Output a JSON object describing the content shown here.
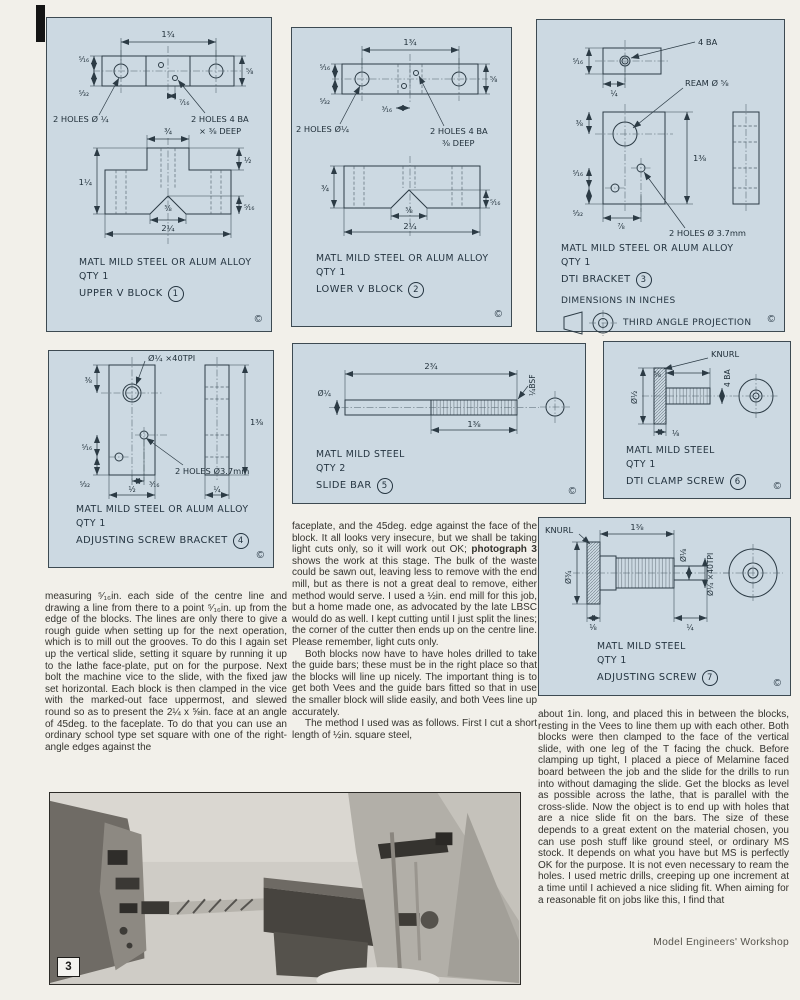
{
  "page": {
    "footer": "Model Engineers' Workshop",
    "copyright": "©",
    "photo_label": "3"
  },
  "d1": {
    "notes": [
      "MATL MILD STEEL OR ALUM ALLOY",
      "QTY 1"
    ],
    "name": "UPPER V BLOCK",
    "num": "1",
    "labels": {
      "top": "1¾",
      "l1": "⁵⁄₁₆",
      "l2": "⁵⁄₃₂",
      "r1": "⅝",
      "offset": "⁷⁄₁₆",
      "holes_l": "2 HOLES Ø ¼",
      "holes_r1": "2 HOLES 4 BA",
      "holes_r2": "× ⅜ DEEP",
      "stem": "¾",
      "fv_l": "1¼",
      "fv_r1": "½",
      "fv_r2": "⁵⁄₁₆",
      "vee": "⅝",
      "bottom": "2¼"
    }
  },
  "d2": {
    "notes": [
      "MATL MILD STEEL OR ALUM ALLOY",
      "QTY 1"
    ],
    "name": "LOWER V BLOCK",
    "num": "2",
    "labels": {
      "top": "1¾",
      "l1": "⁵⁄₁₆",
      "l2": "⁵⁄₃₂",
      "r1": "⅝",
      "offset": "³⁄₁₆",
      "holes_l": "2 HOLES Ø¼",
      "holes_r1": "2 HOLES 4 BA",
      "holes_r2": "⅜ DEEP",
      "fv_l": "¾",
      "fv_r": "⁵⁄₁₆",
      "vee": "⅝",
      "bottom": "2¼"
    }
  },
  "d3": {
    "notes": [
      "MATL MILD STEEL OR ALUM ALLOY",
      "QTY 1"
    ],
    "name": "DTI BRACKET",
    "num": "3",
    "labels": {
      "ba": "4 BA",
      "ream": "REAM Ø ⅝",
      "holes": "2 HOLES Ø 3.7mm",
      "l1": "⁵⁄₁₆",
      "l2": "⅜",
      "l3": "⁵⁄₁₆",
      "l4": "⁵⁄₃₂",
      "tw": "¼",
      "r1": "1⅜",
      "b1": "⅞"
    },
    "dims_note": "DIMENSIONS IN INCHES",
    "projection": "THIRD ANGLE PROJECTION"
  },
  "d4": {
    "notes": [
      "MATL MILD STEEL OR ALUM ALLOY",
      "QTY 1"
    ],
    "name": "ADJUSTING SCREW BRACKET",
    "num": "4",
    "labels": {
      "tap": "Ø¼ ×40TPI",
      "holes": "2 HOLES Ø3.7mm",
      "l1": "⅜",
      "l2": "⁵⁄₁₆",
      "l3": "⁵⁄₃₂",
      "b1": "³⁄₁₆",
      "b2": "½",
      "r1": "1⅜",
      "sb": "¼"
    }
  },
  "d5": {
    "notes": [
      "MATL MILD STEEL",
      "QTY 2"
    ],
    "name": "SLIDE BAR",
    "num": "5",
    "labels": {
      "top": "2¾",
      "dia": "Ø¼",
      "thread": "¼BSF",
      "tlen": "1⅜"
    }
  },
  "d6": {
    "notes": [
      "MATL MILD STEEL",
      "QTY 1"
    ],
    "name": "DTI CLAMP SCREW",
    "num": "6",
    "labels": {
      "knurl": "KNURL",
      "len": "⅝",
      "ba": "4 BA",
      "dia": "Ø½",
      "thick": "⅛"
    }
  },
  "d7": {
    "notes": [
      "MATL MILD STEEL",
      "QTY 1"
    ],
    "name": "ADJUSTING SCREW",
    "num": "7",
    "labels": {
      "knurl": "KNURL",
      "top": "1⅜",
      "dia": "Ø¾",
      "pin": "Ø⅛",
      "tap": "Ø¼ ×40TPI",
      "thick": "⅛",
      "plen": "¼"
    }
  },
  "c1": {
    "p1": "measuring ⁵⁄₁₆in. each side of the centre line and drawing a line from there to a point ⁵⁄₁₆in. up from the edge of the blocks. The lines are only there to give a rough guide when setting up for the next operation, which is to mill out the grooves. To do this I again set up the vertical slide, setting it square by running it up to the lathe face-plate, put on for the purpose. Next bolt the machine vice to the slide, with the fixed jaw set horizontal. Each block is then clamped in the vice with the marked-out face uppermost, and slewed round so as to present the 2¼ x ⅝in. face at an angle of 45deg. to the faceplate. To do that you can use an ordinary school type set square with one of the right-angle edges against the"
  },
  "c2": {
    "p1a": "faceplate, and the 45deg. edge against the face of the block. It all looks very insecure, but we shall be taking light cuts only, so it will work out OK; ",
    "p1bold": "photograph 3",
    "p1b": " shows the work at this stage. The bulk of the waste could be sawn out, leaving less to remove with the end mill, but as there is not a great deal to remove, either method would serve. I used a ½in. end mill for this job, but a home made one, as advocated by the late LBSC would do as well. I kept cutting until I just split the lines; the corner of the cutter then ends up on the centre line. Please remember, light cuts only.",
    "p2": "Both blocks now have to have holes drilled to take the guide bars; these must be in the right place so that the blocks will line up nicely. The important thing is to get both Vees and the guide bars fitted so that in use the smaller block will slide easily, and both Vees line up accurately.",
    "p3": "The method I used was as follows. First I cut a short length of ½in. square steel,"
  },
  "c3": {
    "p1": "about 1in. long, and placed this in between the blocks, resting in the Vees to line them up with each other. Both blocks were then clamped to the face of the vertical slide, with one leg of the T facing the chuck. Before clamping up tight, I placed a piece of Melamine faced board between the job and the slide for the drills to run into without damaging the slide. Get the blocks as level as possible across the lathe, that is parallel with the cross-slide. Now the object is to end up with holes that are a nice slide fit on the bars. The size of these depends to a great extent on the material chosen, you can use posh stuff like ground steel, or ordinary MS stock. It depends on what you have but MS is perfectly OK for the purpose. It is not even necessary to ream the holes. I used metric drills, creeping up one increment at a time until I achieved a nice sliding fit. When aiming for a reasonable fit on jobs like this, I find that"
  }
}
